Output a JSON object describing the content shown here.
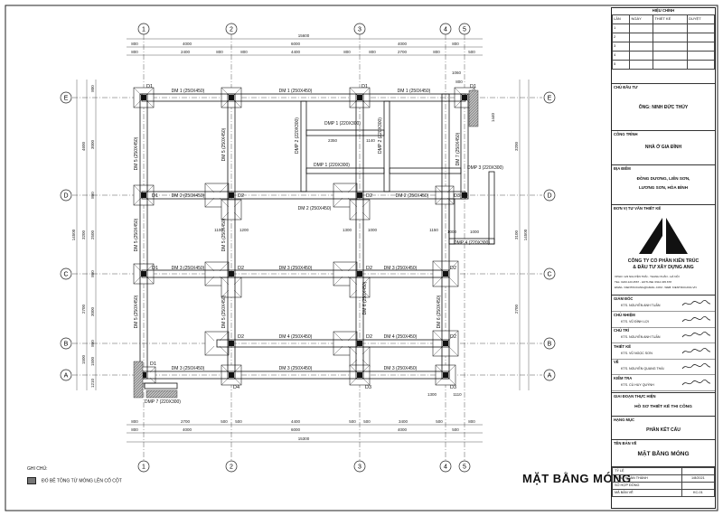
{
  "grid": {
    "columns": [
      "1",
      "2",
      "3",
      "4",
      "5"
    ],
    "rows": [
      "E",
      "D",
      "C",
      "B",
      "A"
    ]
  },
  "dims": {
    "top_total": "15600",
    "top_row1": [
      "800",
      "4000",
      "6000",
      "4000",
      "800"
    ],
    "top_row2": [
      "800",
      "2400",
      "800",
      "800",
      "4400",
      "800",
      "800",
      "2700",
      "800",
      "500"
    ],
    "bottom_row1": [
      "800",
      "2700",
      "500",
      "500",
      "4400",
      "500",
      "500",
      "3400",
      "500",
      "800"
    ],
    "bottom_row2": [
      "800",
      "4000",
      "6000",
      "4000",
      "500"
    ],
    "bottom_total": "15300",
    "left_total": "14500",
    "left_row1": [
      "4600",
      "3200",
      "2700",
      "1500"
    ],
    "left_row2": [
      "800",
      "3000",
      "800",
      "2500",
      "800",
      "3000",
      "800",
      "1500",
      "1210"
    ],
    "right_total": "14500",
    "right_row1": [
      "3200",
      "3100",
      "2700"
    ],
    "misc": [
      "1060",
      "800",
      "1440",
      "2350",
      "1140",
      "1000",
      "1100",
      "1300",
      "1110",
      "1000",
      "1200",
      "1300",
      "1000",
      "1150"
    ]
  },
  "beams": {
    "dm1": "DM 1 (250X450)",
    "dm2": "DM 2 (250X450)",
    "dm3": "DM 3 (250X450)",
    "dm4": "DM 4 (250X450)",
    "dm5": "DM 5 (250X450)",
    "dm6": "DM 6 (250X450)",
    "dm7": "DM 7 (250X450)",
    "dmp1": "DMP 1 (220X300)",
    "dmp2": "DMP 2 (220X300)",
    "dmp3": "DMP 3 (220X300)",
    "dmp4": "DMP 4 (220X300)",
    "dmp7": "DMP 7 (220X300)"
  },
  "footings": {
    "d1": "D1",
    "d2": "D2",
    "d3": "D3",
    "d4": "D4"
  },
  "legend": {
    "title": "GHI CHÚ:",
    "item": "ĐỔ BÊ TÔNG TỪ MÓNG LÊN CỐ CỘT"
  },
  "drawing_title": "MẶT BẰNG MÓNG",
  "title_block": {
    "revision_header": "HIỆU CHỈNH",
    "revision_cols": [
      "LẦN",
      "NGÀY",
      "THIẾT KẾ",
      "DUYỆT"
    ],
    "revision_nums": [
      "1",
      "2",
      "3",
      "4",
      "5"
    ],
    "owner_label": "CHỦ ĐẦU TƯ",
    "owner": "ÔNG: NINH ĐỨC THỦY",
    "project_label": "CÔNG TRÌNH",
    "project": "NHÀ Ở GIA ĐÌNH",
    "location_label": "ĐỊA ĐIỂM",
    "location_1": "ĐỒNG DƯƠNG, LIÊN SƠN,",
    "location_2": "LƯƠNG SƠN, HÒA BÌNH",
    "consultant_label": "ĐƠN VỊ TƯ VẤN THIẾT KẾ",
    "company_1": "CÔNG TY CỔ PHẦN KIẾN TRÚC",
    "company_2": "& ĐẦU TƯ XÂY DỰNG ANG",
    "company_info_1": "VPGD: 123 NGUYỄN TRÃI - THANH XUÂN - HÀ NỘI",
    "company_info_2": "TEL: 0243.123.4567 - HOTLINE: 0912.345.678",
    "company_info_3": "EMAIL: KIENTRUCANG@GMAIL.COM - WEB: KIENTRUCANG.VN",
    "roles": [
      {
        "role": "GIÁM ĐỐC",
        "name": "KTS. NGUYỄN ANH TUẤN"
      },
      {
        "role": "CHỦ NHIỆM",
        "name": "KTS. VŨ ĐÌNH LỢI"
      },
      {
        "role": "CHỦ TRÌ",
        "name": "KTS. NGUYỄN ANH TUẤN"
      },
      {
        "role": "THIẾT KẾ",
        "name": "KTS. VŨ NGỌC SƠN"
      },
      {
        "role": "VẼ",
        "name": "KTS. NGUYỄN QUANG THÁI"
      },
      {
        "role": "KIỂM TRA",
        "name": "KTS. CÙ HUY QUỲNH"
      }
    ],
    "phase_label": "GIAI ĐOẠN THỰC HIỆN",
    "phase": "HỒ SƠ THIẾT KẾ THI CÔNG",
    "item_label": "HẠNG MỤC",
    "item": "PHẦN KẾT CẤU",
    "sheet_name_label": "TÊN BẢN VẼ",
    "sheet_name": "MẶT BẰNG MÓNG",
    "scale_label": "TỶ LỆ",
    "date_label": "NGÀY HOÀN THÀNH",
    "date": "1/8/2021",
    "contract_label": "SỐ HỢP ĐỒNG",
    "sheet_no_label": "MÃ BẢN VẼ",
    "sheet_no": "KC-01"
  }
}
